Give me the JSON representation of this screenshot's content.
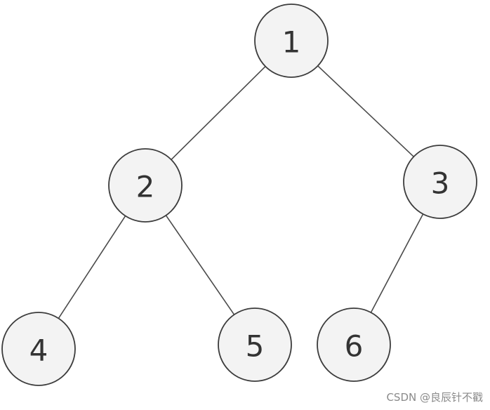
{
  "tree": {
    "nodes": [
      {
        "id": "1",
        "label": "1"
      },
      {
        "id": "2",
        "label": "2"
      },
      {
        "id": "3",
        "label": "3"
      },
      {
        "id": "4",
        "label": "4"
      },
      {
        "id": "5",
        "label": "5"
      },
      {
        "id": "6",
        "label": "6"
      }
    ],
    "edges": [
      {
        "from": "1",
        "to": "2"
      },
      {
        "from": "1",
        "to": "3"
      },
      {
        "from": "2",
        "to": "4"
      },
      {
        "from": "2",
        "to": "5"
      },
      {
        "from": "3",
        "to": "6"
      }
    ]
  },
  "watermark": {
    "text": "CSDN @良辰针不戳"
  }
}
